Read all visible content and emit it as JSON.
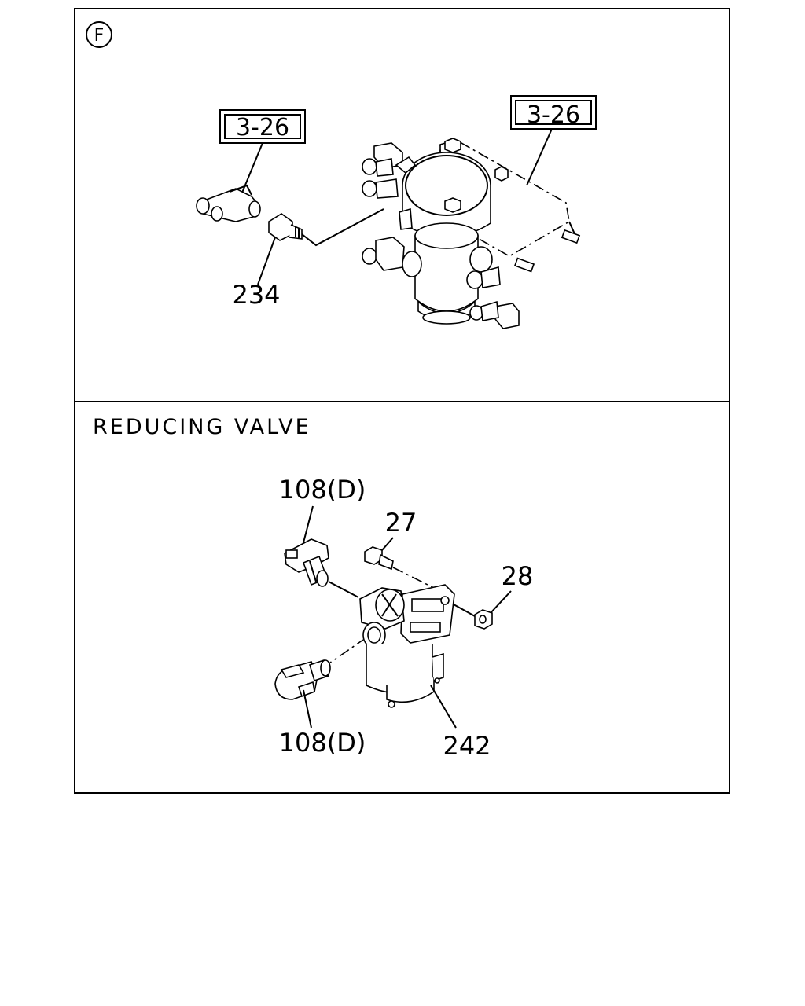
{
  "top_panel": {
    "section_marker": "F",
    "ref_left": "3-26",
    "ref_right": "3-26",
    "callout_234": "234"
  },
  "bottom_panel": {
    "title": "REDUCING VALVE",
    "callout_108_top": "108(D)",
    "callout_27": "27",
    "callout_28": "28",
    "callout_108_bottom": "108(D)",
    "callout_242": "242"
  }
}
